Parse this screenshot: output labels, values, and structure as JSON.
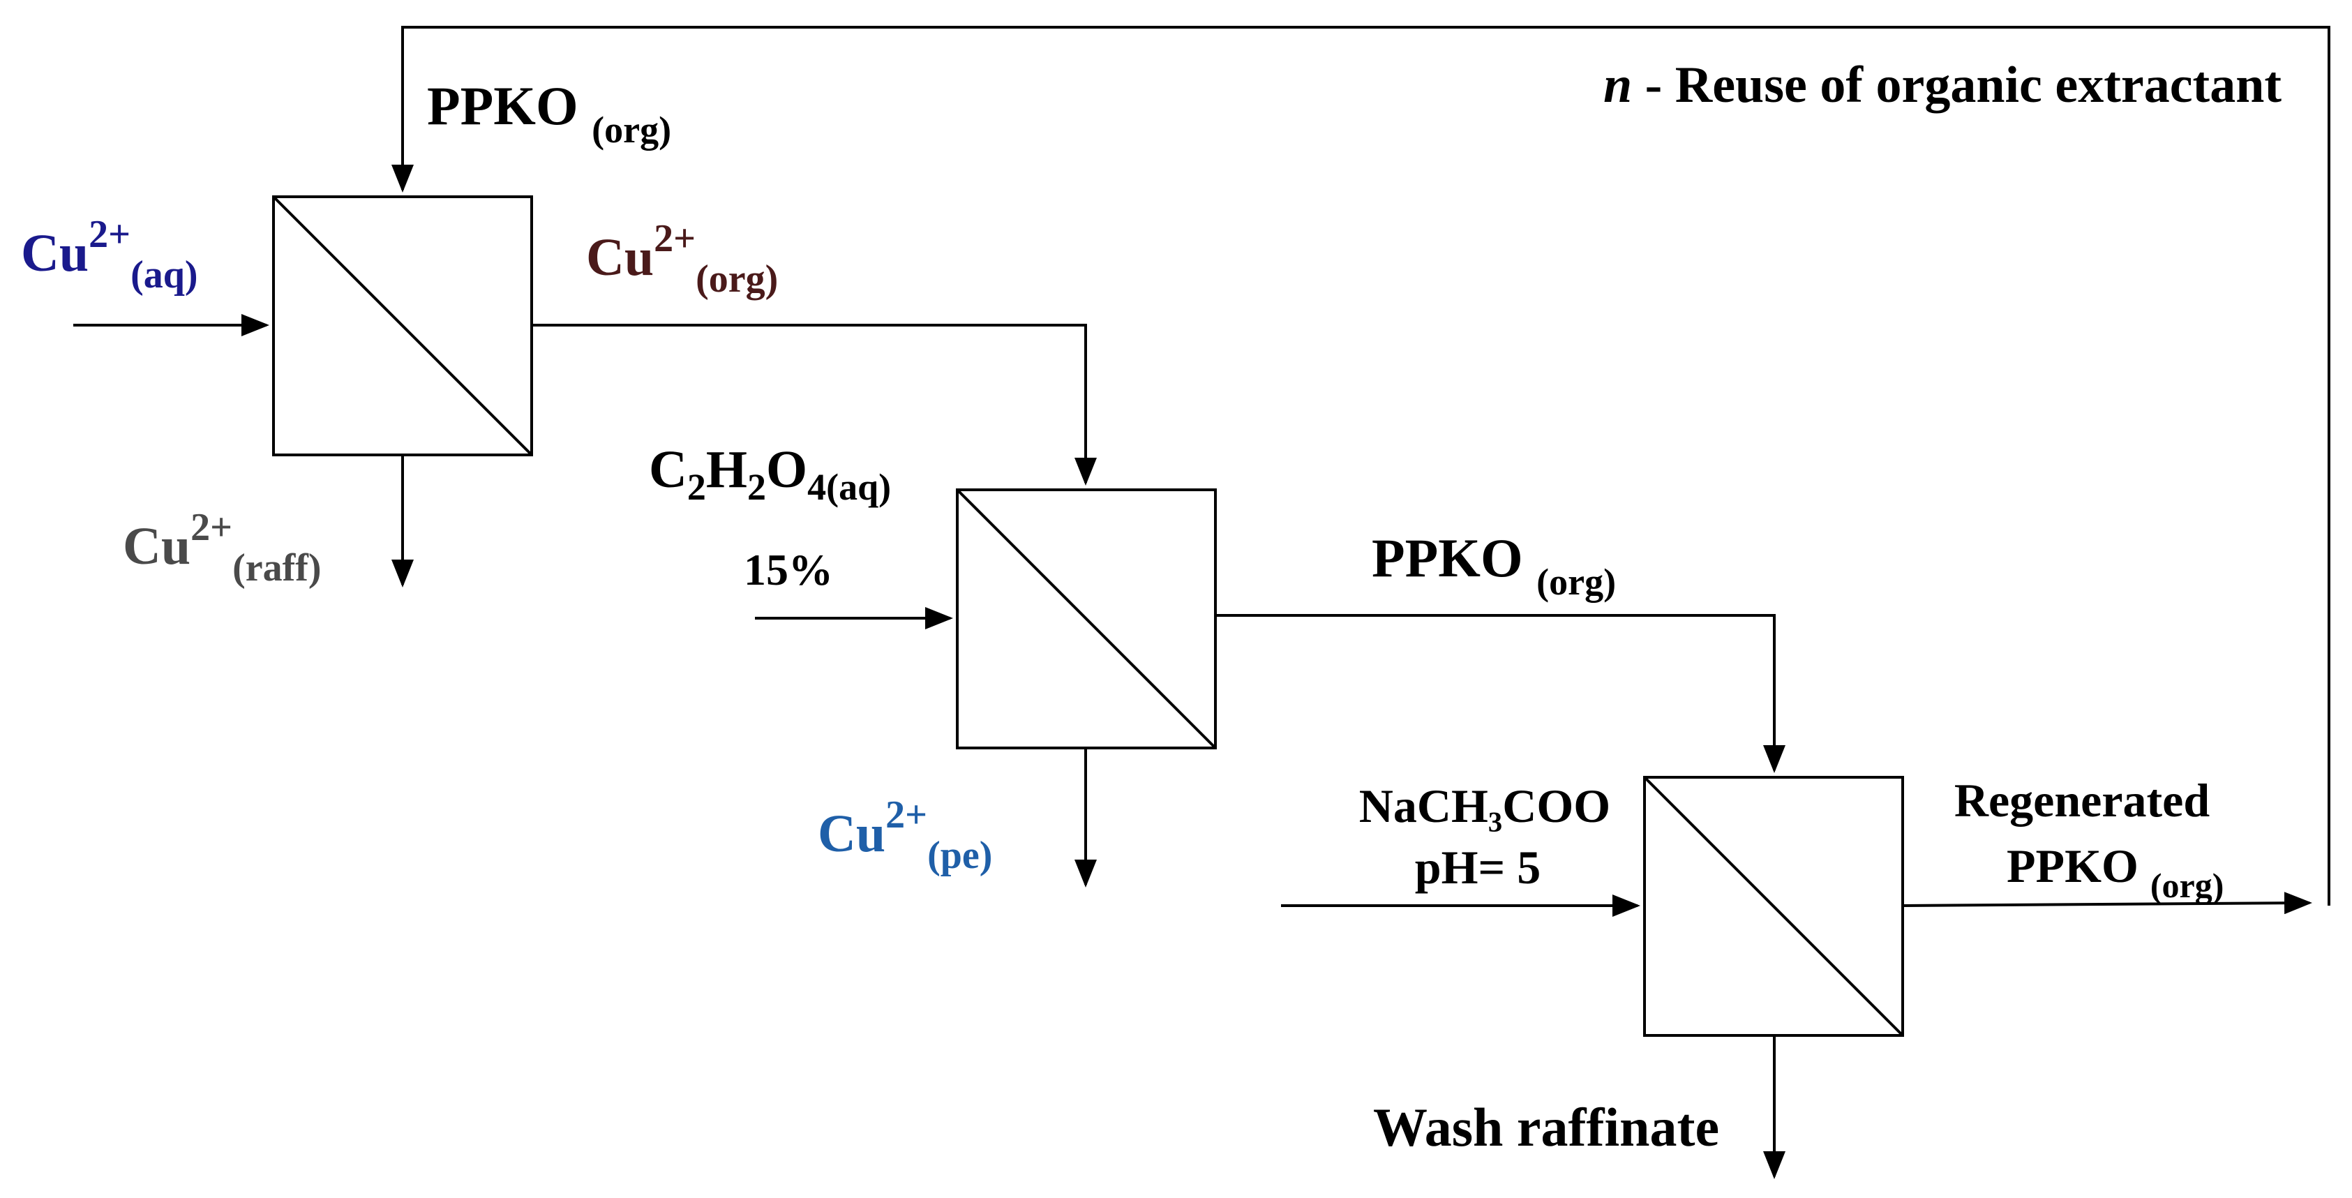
{
  "colors": {
    "line": "#000000",
    "feed": "#1a1a8c",
    "loaded": "#4a1a1a",
    "raffinate": "#4a4a4a",
    "strip": "#1f5fa8"
  },
  "labels": {
    "ppko_top": {
      "base": "PPKO",
      "sub": "(org)"
    },
    "reuse": {
      "n": "n",
      "text": " - Reuse of organic extractant"
    },
    "cu_aq": {
      "base": "Cu",
      "sup": "2+",
      "sub": "(aq)"
    },
    "cu_org": {
      "base": "Cu",
      "sup": "2+",
      "sub": "(org)"
    },
    "cu_raff": {
      "base": "Cu",
      "sup": "2+",
      "sub": "(raff)"
    },
    "oxalic": {
      "c": "C",
      "c_sub": "2",
      "h": "H",
      "h_sub": "2",
      "o": "O",
      "o_sub": "4(aq)"
    },
    "oxalic_pct": "15%",
    "ppko_mid": {
      "base": "PPKO",
      "sub": "(org)"
    },
    "cu_pe": {
      "base": "Cu",
      "sup": "2+",
      "sub": "(pe)"
    },
    "acetate": "NaCH₃COO",
    "ph": "pH= 5",
    "regenerated": "Regenerated",
    "ppko_regen": {
      "base": "PPKO",
      "sub": "(org)"
    },
    "wash": "Wash raffinate"
  }
}
